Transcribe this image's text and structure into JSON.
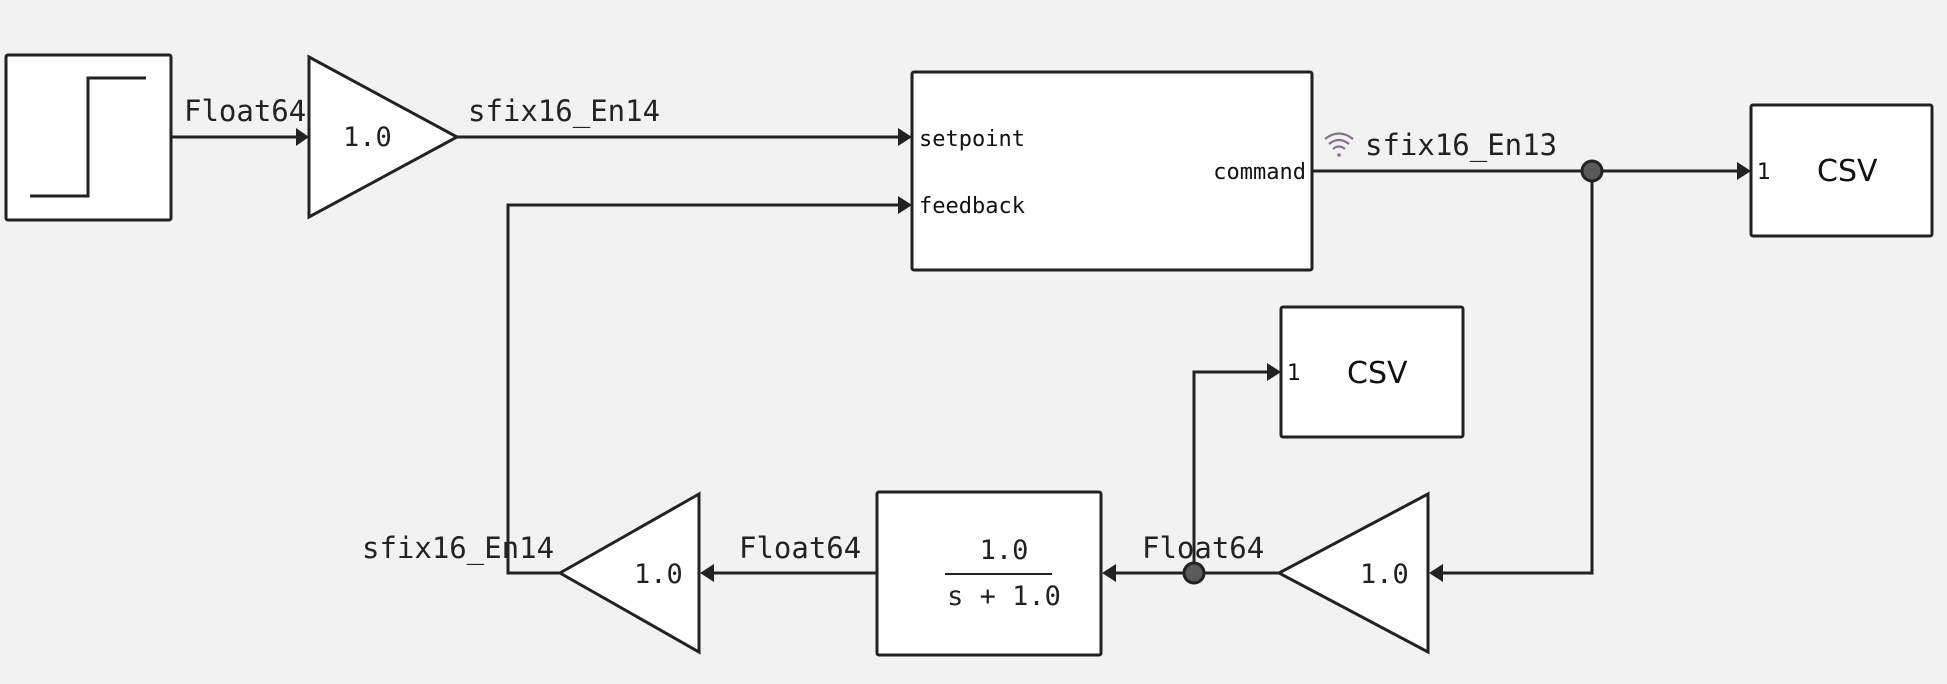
{
  "diagram": {
    "blocks": {
      "step": {
        "type": "Step",
        "icon": "step-function-icon"
      },
      "gain_forward": {
        "type": "Gain",
        "value": "1.0"
      },
      "controller": {
        "type": "Subsystem",
        "inputs": [
          "setpoint",
          "feedback"
        ],
        "outputs": [
          "command"
        ]
      },
      "csv_command": {
        "type": "CSV writer",
        "label": "CSV",
        "port": "1"
      },
      "csv_plant": {
        "type": "CSV writer",
        "label": "CSV",
        "port": "1"
      },
      "gain_actuator": {
        "type": "Gain",
        "value": "1.0"
      },
      "transfer_fn": {
        "type": "Transfer function",
        "numerator": "1.0",
        "denominator": "s + 1.0"
      },
      "gain_sensor": {
        "type": "Gain",
        "value": "1.0"
      }
    },
    "signals": {
      "step_out": "Float64",
      "gain_forward_out": "sfix16_En14",
      "command_out": "sfix16_En13",
      "command_icon": "signal-broadcast-icon",
      "plant_out": "Float64",
      "tf_out": "Float64",
      "feedback_out": "sfix16_En14"
    },
    "colors": {
      "background": "#f2f2f2",
      "block_fill": "#ffffff",
      "stroke": "#222222",
      "junction": "#5a5a5a",
      "signal_icon": "#8a7090"
    }
  }
}
